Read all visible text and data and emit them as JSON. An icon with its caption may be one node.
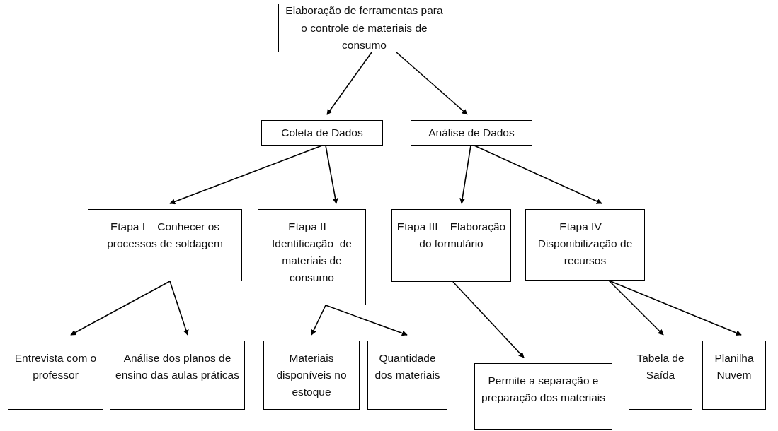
{
  "diagram": {
    "nodes": [
      {
        "text": [
          "Elaboração de ferramentas para o controle de materiais de consumo"
        ]
      },
      {
        "text": [
          "Coleta de Dados"
        ]
      },
      {
        "text": [
          "Análise de Dados"
        ]
      },
      {
        "text": [
          "Etapa I – Conhecer os processos de soldagem"
        ]
      },
      {
        "text": [
          "Etapa II – Identificação  de materiais de consumo"
        ]
      },
      {
        "text": [
          "Etapa III – Elaboração do formulário"
        ]
      },
      {
        "text": [
          "Etapa IV – Disponibilização de recursos"
        ]
      },
      {
        "text": [
          "Entrevista com o professor"
        ]
      },
      {
        "text": [
          "Análise dos planos de ensino das aulas práticas"
        ]
      },
      {
        "text": [
          "Materiais disponíveis no estoque"
        ]
      },
      {
        "text": [
          "Quantidade dos materiais"
        ]
      },
      {
        "text": [
          "Permite a separação e preparação dos materiais"
        ]
      },
      {
        "text": [
          "Tabela de Saída"
        ]
      },
      {
        "text": [
          "Planilha Nuvem"
        ]
      }
    ],
    "edges": [
      {
        "from": 0,
        "to": 1,
        "arrow": "to"
      },
      {
        "from": 0,
        "to": 2,
        "arrow": "to"
      },
      {
        "from": 1,
        "to": 3,
        "arrow": "to"
      },
      {
        "from": 1,
        "to": 4,
        "arrow": "to"
      },
      {
        "from": 2,
        "to": 5,
        "arrow": "to"
      },
      {
        "from": 2,
        "to": 6,
        "arrow": "to"
      },
      {
        "from": 3,
        "to": 7,
        "arrow": "to"
      },
      {
        "from": 3,
        "to": 8,
        "arrow": "to"
      },
      {
        "from": 4,
        "to": 9,
        "arrow": "to"
      },
      {
        "from": 4,
        "to": 10,
        "arrow": "to"
      },
      {
        "from": 5,
        "to": 11,
        "arrow": "to"
      },
      {
        "from": 6,
        "to": 12,
        "arrow": "to"
      },
      {
        "from": 6,
        "to": 13,
        "arrow": "to"
      }
    ]
  }
}
